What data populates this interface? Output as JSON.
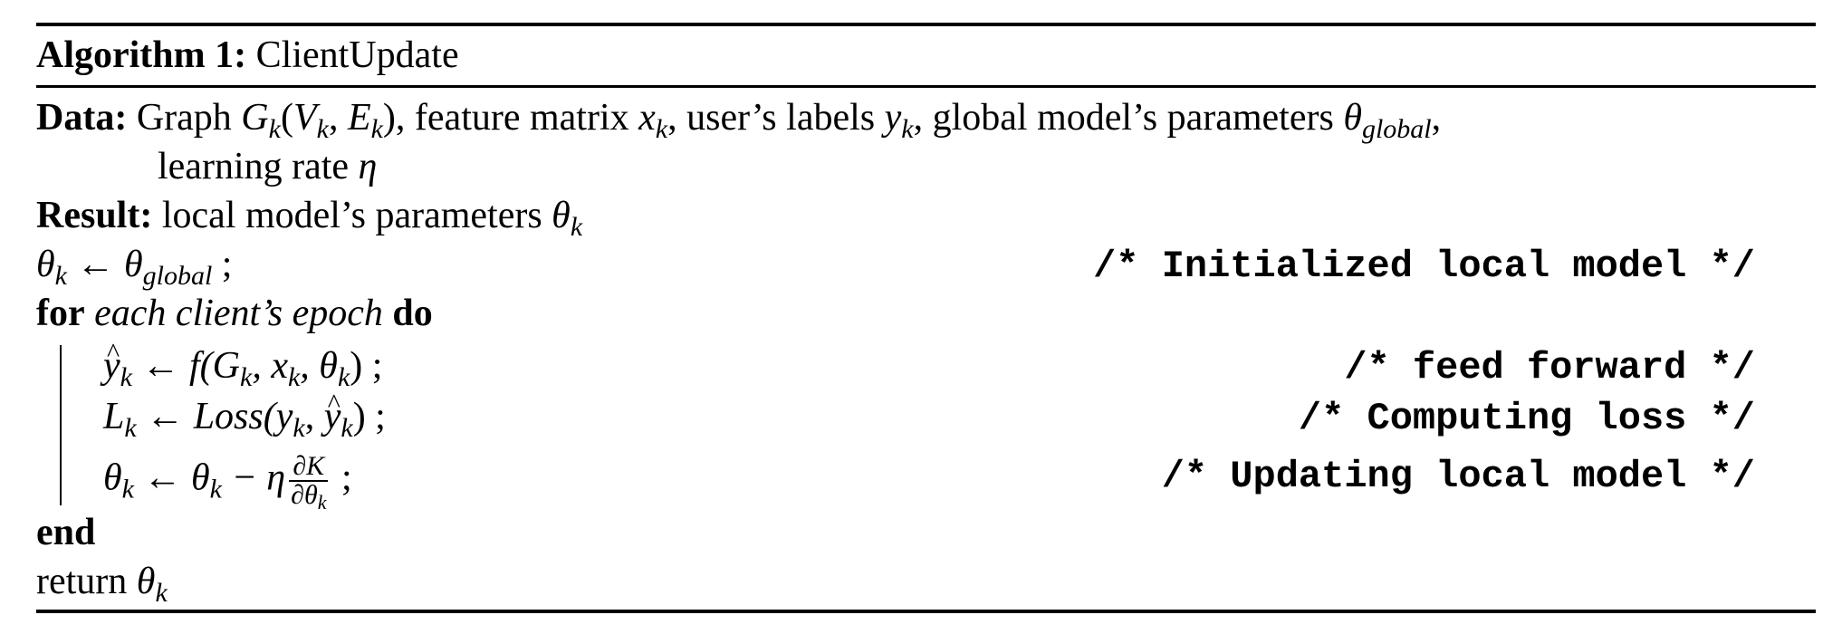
{
  "algorithm": {
    "label": "Algorithm 1:",
    "name": "ClientUpdate"
  },
  "data_section": {
    "label": "Data:",
    "text_1": "Graph ",
    "graph": "G",
    "graph_sub": "k",
    "graph_args_open": "(",
    "v": "V",
    "v_sub": "k",
    "comma1": ", ",
    "e": "E",
    "e_sub": "k",
    "graph_args_close": "), ",
    "text_2": "feature matrix ",
    "x": "x",
    "x_sub": "k",
    "text_3": ", user’s labels ",
    "y": "y",
    "y_sub": "k",
    "text_4": ", global model’s parameters ",
    "theta": "θ",
    "theta_sub": "global",
    "text_5": ",",
    "continuation": "learning rate ",
    "eta": "η"
  },
  "result_section": {
    "label": "Result:",
    "text": "local model’s parameters ",
    "theta": "θ",
    "theta_sub": "k"
  },
  "init_line": {
    "theta": "θ",
    "theta_sub": "k",
    "arrow": " ← ",
    "theta2": "θ",
    "theta2_sub": "global",
    "end": " ;",
    "comment": "/* Initialized local model */"
  },
  "for_line": {
    "keyword_for": "for",
    "condition": "each client’s epoch",
    "keyword_do": "do"
  },
  "body_lines": [
    {
      "lhs": "y",
      "lhs_sub": "k",
      "expr": " ← f(G",
      "expr_sub1": "k",
      "expr_2": ", x",
      "expr_sub2": "k",
      "expr_3": ", θ",
      "expr_sub3": "k",
      "expr_4": ") ;",
      "comment": "/* feed forward */"
    },
    {
      "lhs": "L",
      "lhs_sub": "k",
      "expr": " ← Loss(y",
      "expr_sub1": "k",
      "expr_2": ", ",
      "expr_hat": "y",
      "expr_sub2": "k",
      "expr_3": ") ;",
      "comment": "/* Computing loss */"
    },
    {
      "lhs": "θ",
      "lhs_sub": "k",
      "expr": " ← θ",
      "expr_sub1": "k",
      "expr_2": " − η",
      "frac_num": "∂K",
      "frac_den": "∂θ",
      "frac_den_sub": "k",
      "expr_3": " ;",
      "comment": "/* Updating local model */"
    }
  ],
  "end_line": {
    "keyword": "end"
  },
  "return_line": {
    "text": "return ",
    "theta": "θ",
    "theta_sub": "k"
  }
}
